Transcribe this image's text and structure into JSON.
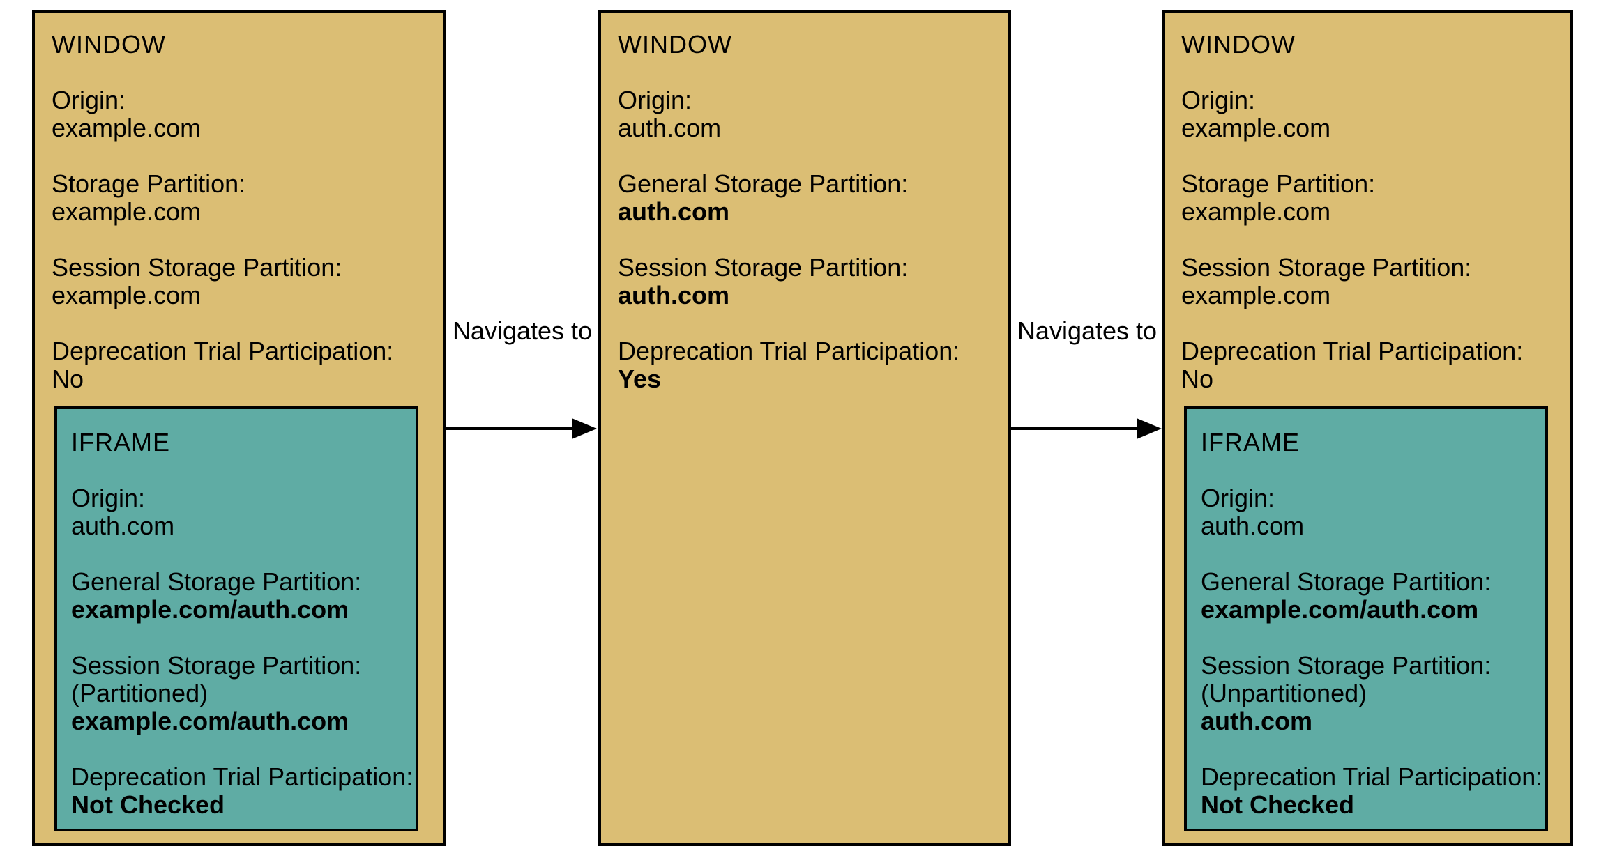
{
  "diagram": {
    "colors": {
      "background": "#FFFFFF",
      "window_fill": "#DBBE74",
      "iframe_fill": "#5FACA4",
      "border": "#000000",
      "text": "#000000"
    },
    "arrows": [
      {
        "label": "Navigates to"
      },
      {
        "label": "Navigates to"
      }
    ],
    "boxes": [
      {
        "title": "WINDOW",
        "fields": [
          {
            "label": "Origin:",
            "value": "example.com"
          },
          {
            "label": "Storage Partition:",
            "value": "example.com"
          },
          {
            "label": "Session Storage Partition:",
            "value": "example.com"
          },
          {
            "label": "Deprecation Trial Participation:",
            "value": "No"
          }
        ],
        "iframe": {
          "title": "IFRAME",
          "fields": [
            {
              "label": "Origin:",
              "value": "auth.com"
            },
            {
              "label": "General Storage Partition:",
              "value": "example.com/auth.com"
            },
            {
              "label": "Session Storage Partition:",
              "note": "(Partitioned)",
              "value": "example.com/auth.com"
            },
            {
              "label": "Deprecation Trial Participation:",
              "value": "Not Checked"
            }
          ]
        }
      },
      {
        "title": "WINDOW",
        "fields": [
          {
            "label": "Origin:",
            "value": "auth.com"
          },
          {
            "label": "General Storage Partition:",
            "value": "auth.com"
          },
          {
            "label": "Session Storage Partition:",
            "value": "auth.com"
          },
          {
            "label": "Deprecation Trial Participation:",
            "value": "Yes"
          }
        ]
      },
      {
        "title": "WINDOW",
        "fields": [
          {
            "label": "Origin:",
            "value": "example.com"
          },
          {
            "label": "Storage Partition:",
            "value": "example.com"
          },
          {
            "label": "Session Storage Partition:",
            "value": "example.com"
          },
          {
            "label": "Deprecation Trial Participation:",
            "value": "No"
          }
        ],
        "iframe": {
          "title": "IFRAME",
          "fields": [
            {
              "label": "Origin:",
              "value": "auth.com"
            },
            {
              "label": "General Storage Partition:",
              "value": "example.com/auth.com"
            },
            {
              "label": "Session Storage Partition:",
              "note": "(Unpartitioned)",
              "value": "auth.com"
            },
            {
              "label": "Deprecation Trial Participation:",
              "value": "Not Checked"
            }
          ]
        }
      }
    ]
  }
}
